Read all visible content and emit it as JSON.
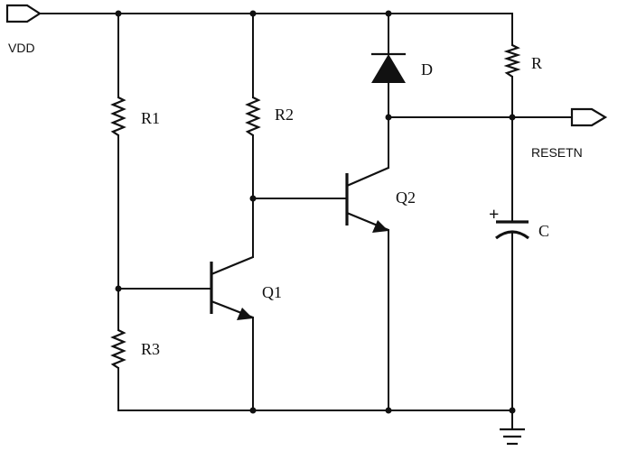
{
  "ports": {
    "vdd": "VDD",
    "resetn": "RESETN"
  },
  "components": {
    "r1": "R1",
    "r2": "R2",
    "r3": "R3",
    "r": "R",
    "d": "D",
    "q1": "Q1",
    "q2": "Q2",
    "c": "C",
    "c_polarity": "+"
  }
}
